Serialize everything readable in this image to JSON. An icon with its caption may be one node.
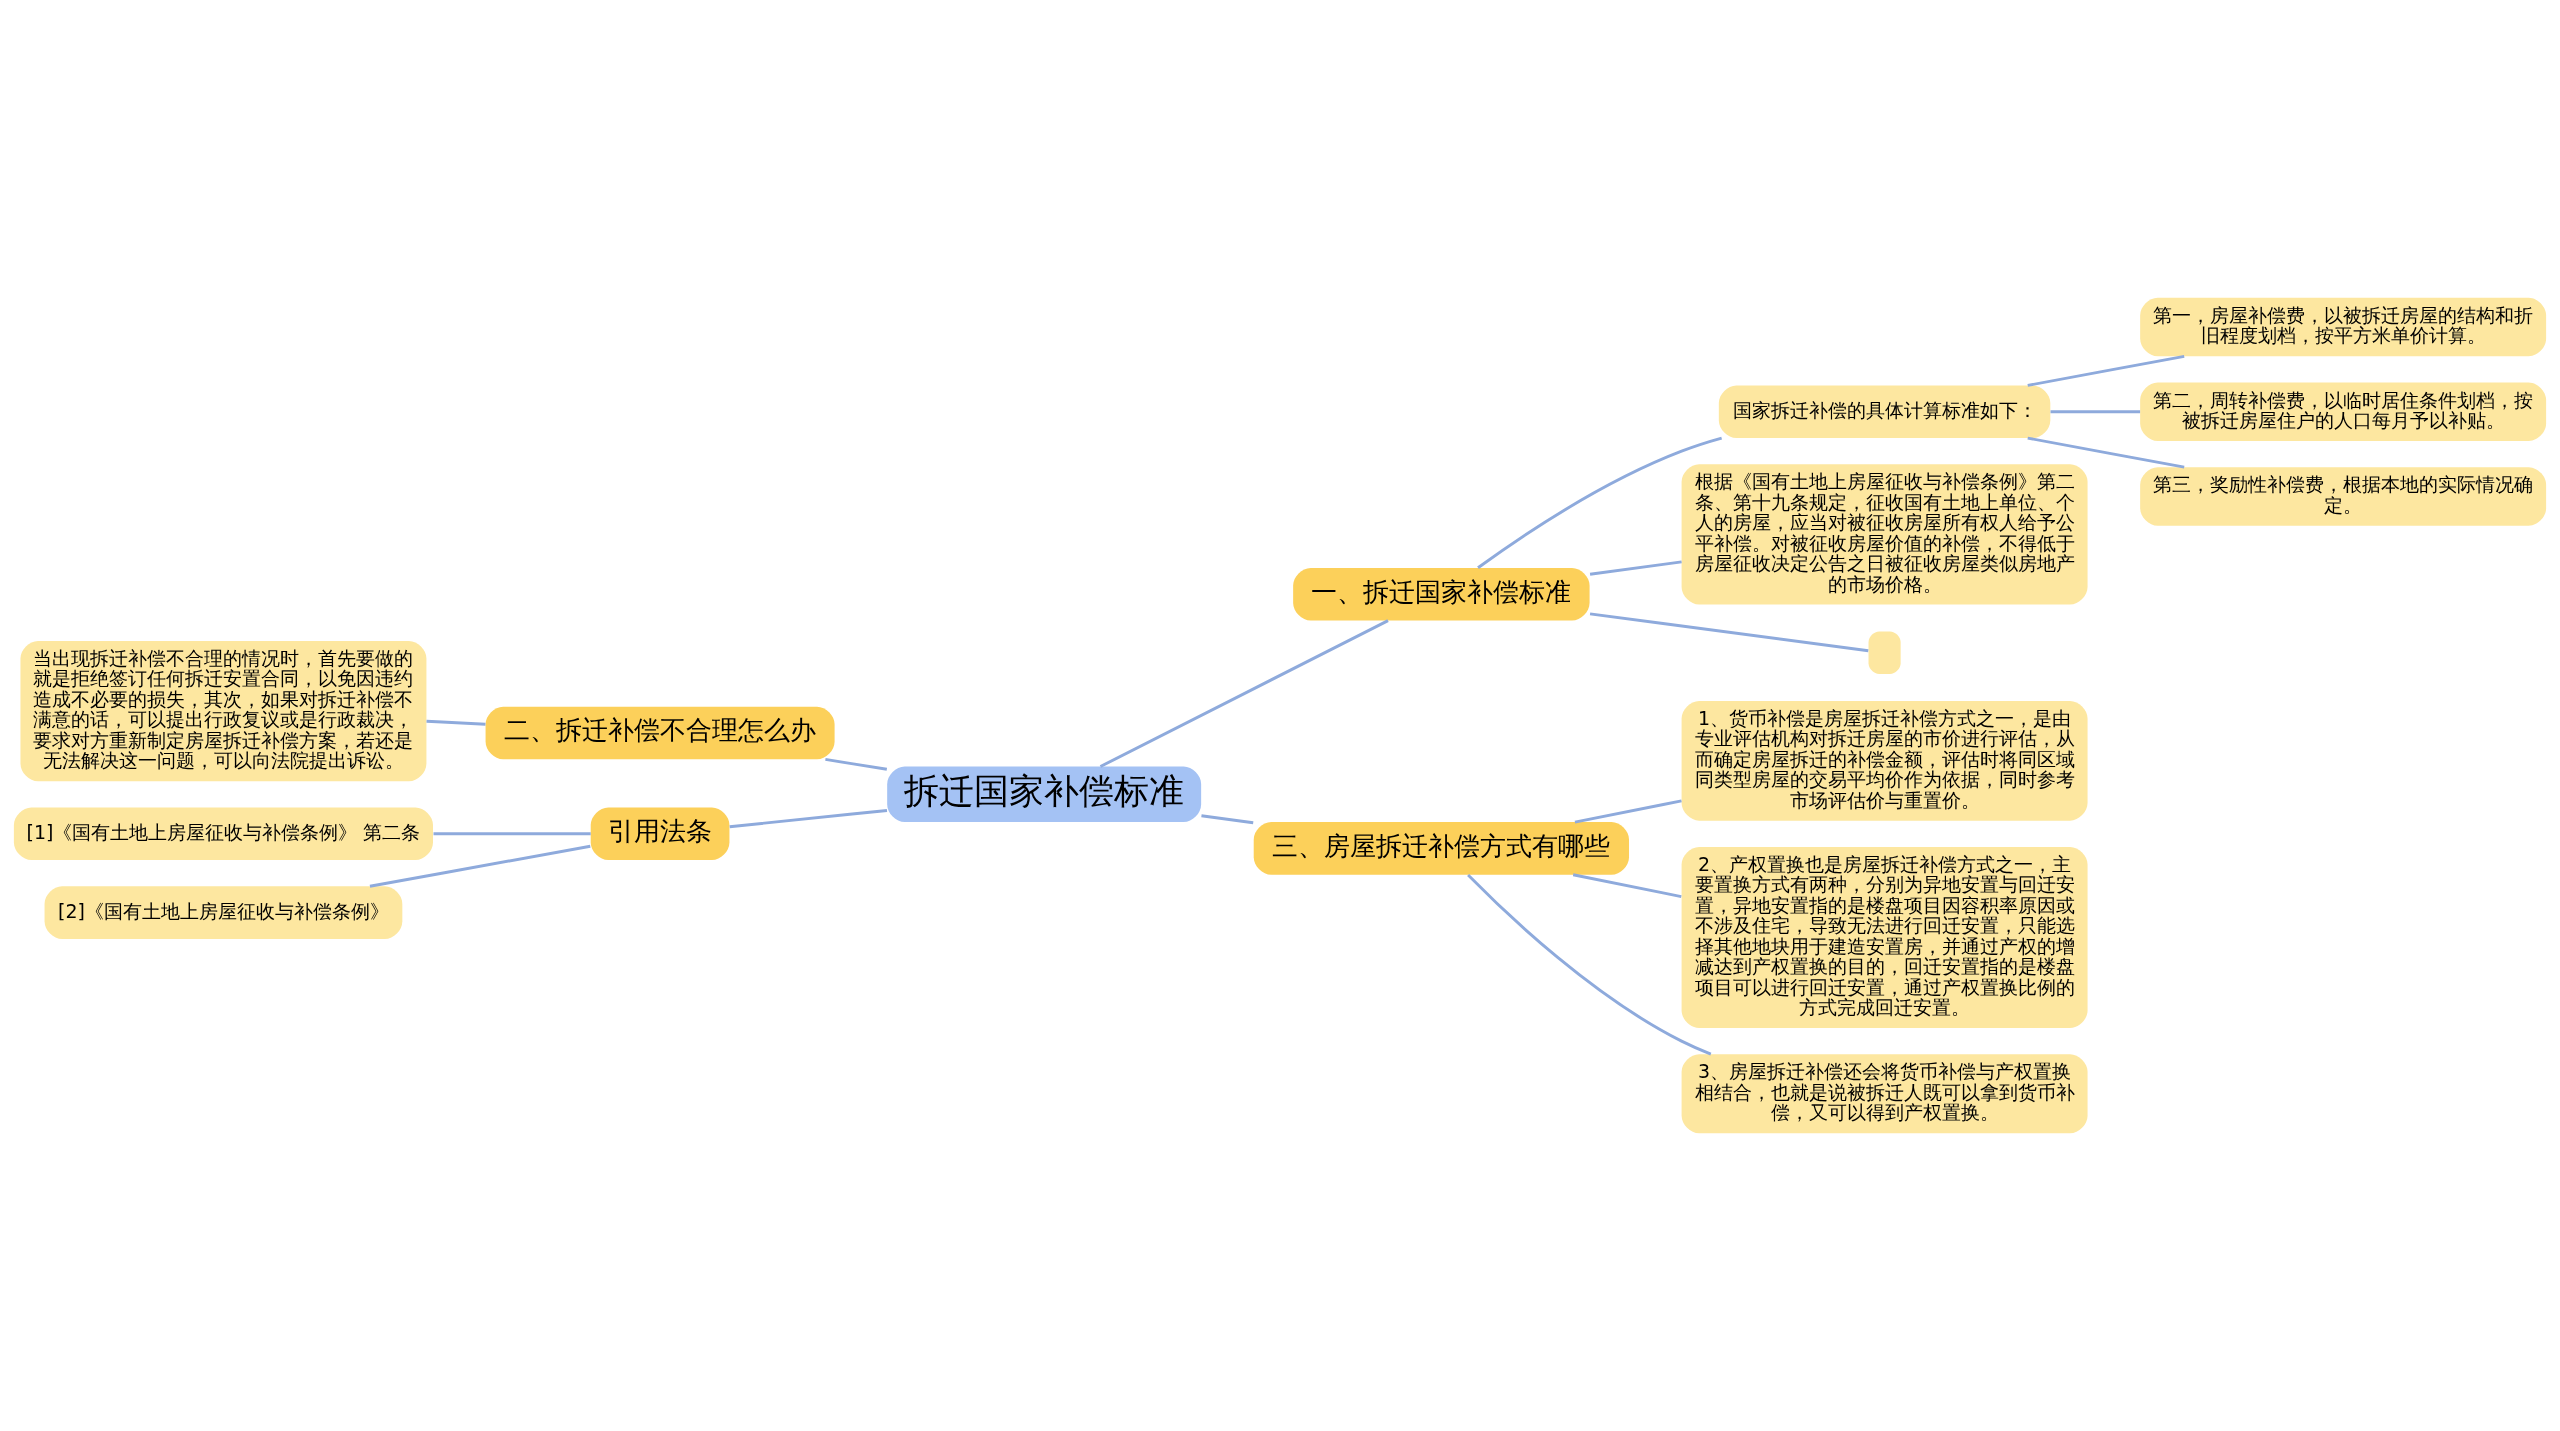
{
  "diagram": {
    "nodes": [
      {
        "text": [
          "拆迁国家补偿标准"
        ]
      },
      {
        "text": [
          "一、拆迁国家补偿标准"
        ]
      },
      {
        "text": [
          "国家拆迁补偿的具体计算标准如下："
        ]
      },
      {
        "text": [
          "第一，房屋补偿费，以被拆迁房屋的结构和折旧程度划档，按平方米单价计算。"
        ]
      },
      {
        "text": [
          "第二，周转补偿费，以临时居住条件划档，按被拆迁房屋住户的人口每月予以补贴。"
        ]
      },
      {
        "text": [
          "第三，奖励性补偿费，根据本地的实际情况确定。"
        ]
      },
      {
        "text": [
          "根据《国有土地上房屋征收与补偿条例》第二条、第十九条规定，征收国有土地上单位、个人的房屋，应当对被征收房屋所有权人给予公平补偿。对被征收房屋价值的补偿，不得低于房屋征收决定公告之日被征收房屋类似房地产的市场价格。"
        ]
      },
      {
        "text": [],
        "shape": "box"
      },
      {
        "text": [
          "三、房屋拆迁补偿方式有哪些"
        ]
      },
      {
        "text": [
          "1、货币补偿是房屋拆迁补偿方式之一，是由专业评估机构对拆迁房屋的市价进行评估，从而确定房屋拆迁的补偿金额，评估时将同区域同类型房屋的交易平均价作为依据，同时参考市场评估价与重置价。"
        ]
      },
      {
        "text": [
          "2、产权置换也是房屋拆迁补偿方式之一，主要置换方式有两种，分别为异地安置与回迁安置，异地安置指的是楼盘项目因容积率原因或不涉及住宅，导致无法进行回迁安置，只能选择其他地块用于建造安置房，并通过产权的增减达到产权置换的目的，回迁安置指的是楼盘项目可以进行回迁安置，通过产权置换比例的方式完成回迁安置。"
        ]
      },
      {
        "text": [
          "3、房屋拆迁补偿还会将货币补偿与产权置换相结合，也就是说被拆迁人既可以拿到货币补偿，又可以得到产权置换。"
        ]
      },
      {
        "text": [
          "二、拆迁补偿不合理怎么办"
        ]
      },
      {
        "text": [
          "当出现拆迁补偿不合理的情况时，首先要做的就是拒绝签订任何拆迁安置合同，以免因违约造成不必要的损失，其次，如果对拆迁补偿不满意的话，可以提出行政复议或是行政裁决，要求对方重新制定房屋拆迁补偿方案，若还是无法解决这一问题，可以向法院提出诉讼。"
        ]
      },
      {
        "text": [
          "引用法条"
        ]
      },
      {
        "text": [
          "[1]《国有土地上房屋征收与补偿条例》 第二条"
        ]
      },
      {
        "text": [
          "[2]《国有土地上房屋征收与补偿条例》"
        ]
      }
    ],
    "edges": [
      {
        "from": 0,
        "to": 1,
        "arrow": "none"
      },
      {
        "from": 1,
        "to": 2,
        "arrow": "none"
      },
      {
        "from": 2,
        "to": 3,
        "arrow": "none"
      },
      {
        "from": 2,
        "to": 4,
        "arrow": "none"
      },
      {
        "from": 2,
        "to": 5,
        "arrow": "none"
      },
      {
        "from": 1,
        "to": 6,
        "arrow": "none"
      },
      {
        "from": 1,
        "to": 7,
        "arrow": "none"
      },
      {
        "from": 0,
        "to": 8,
        "arrow": "none"
      },
      {
        "from": 8,
        "to": 9,
        "arrow": "none"
      },
      {
        "from": 8,
        "to": 10,
        "arrow": "none"
      },
      {
        "from": 8,
        "to": 11,
        "arrow": "none"
      },
      {
        "from": 0,
        "to": 12,
        "arrow": "none"
      },
      {
        "from": 12,
        "to": 13,
        "arrow": "none"
      },
      {
        "from": 0,
        "to": 14,
        "arrow": "none"
      },
      {
        "from": 14,
        "to": 15,
        "arrow": "none"
      },
      {
        "from": 14,
        "to": 16,
        "arrow": "none"
      }
    ]
  }
}
